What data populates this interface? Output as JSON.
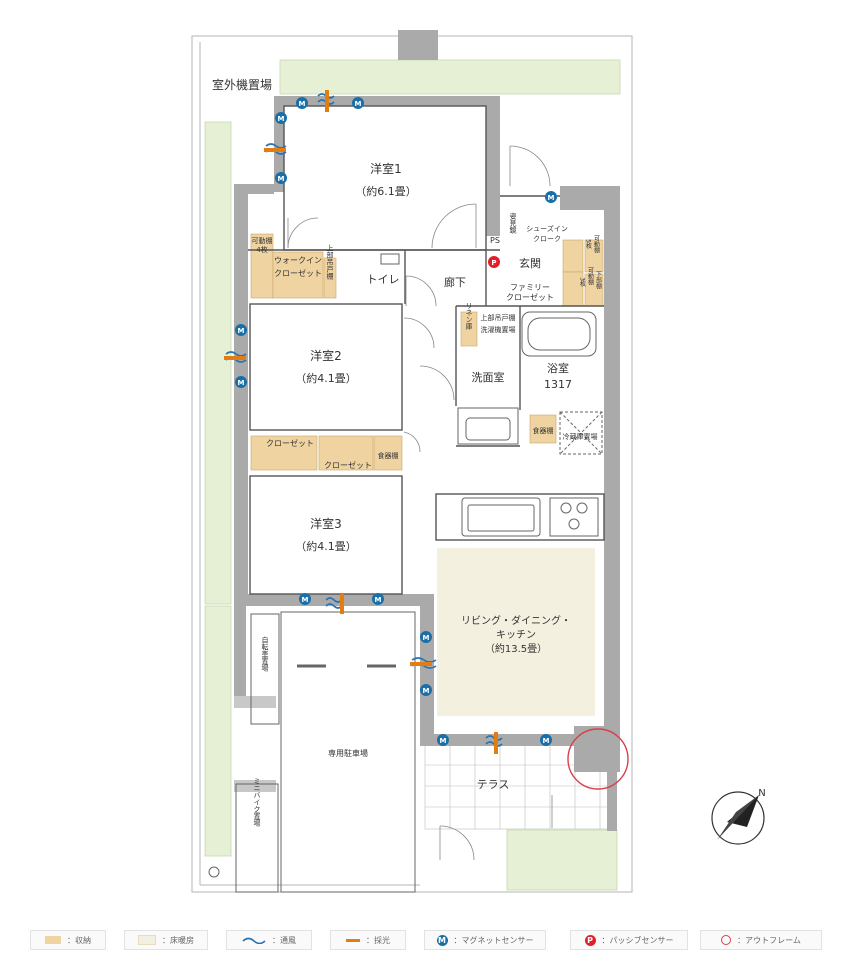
{
  "rooms": {
    "outdoor_unit": "室外機置場",
    "western1": "洋室1",
    "western1_size": "（約6.1畳）",
    "western2": "洋室2",
    "western2_size": "（約4.1畳）",
    "western3": "洋室3",
    "western3_size": "（約4.1畳）",
    "movable_shelf_4": "可動棚",
    "movable_shelf_4b": "4枚",
    "walkin_1": "ウォークイン",
    "walkin_2": "クローゼット",
    "upper_shelf": "上部吊戸棚",
    "toilet": "トイレ",
    "corridor": "廊下",
    "ps": "PS",
    "mirror": "姿見鏡",
    "shoes_in_1": "シューズイン",
    "shoes_in_2": "クローク",
    "entrance": "玄関",
    "family_1": "ファミリー",
    "family_2": "クローゼット",
    "movable_shelf_5": "可動棚",
    "movable_shelf_5b": "5枚",
    "movable_shelf_3": "可動棚",
    "movable_shelf_3b": "3枚",
    "lower_shelf": "下部棚",
    "linen": "リネン庫",
    "upper_hanging_1": "上部吊戸棚",
    "upper_hanging_2": "洗濯機置場",
    "washroom": "洗面室",
    "bathroom": "浴室",
    "bathroom_size": "1317",
    "dish_shelf_1": "食器棚",
    "fridge": "冷蔵庫置場",
    "closet_1": "クローゼット",
    "closet_2": "クローゼット",
    "dish_shelf_2": "食器棚",
    "ldk_1": "リビング・ダイニング・",
    "ldk_2": "キッチン",
    "ldk_size": "（約13.5畳）",
    "bicycle": "自転車置場",
    "parking": "専用駐車場",
    "terrace": "テラス",
    "minibike": "ミニバイク置場"
  },
  "sensors": {
    "magnet": "M",
    "passive": "P"
  },
  "compass": "N",
  "legend": {
    "storage": "：収納",
    "floor_heating": "：床暖房",
    "ventilation": "：通風",
    "daylight": "：採光",
    "magnet_sensor": "：マグネットセンサー",
    "passive_sensor": "：パッシブセンサー",
    "outframe": "：アウトフレーム"
  },
  "colors": {
    "wall": "#aaaaaa",
    "storage": "#efd4a2",
    "floor_heating": "#f4f0e0",
    "ventilation": "#2a74b3",
    "daylight": "#e37d12",
    "magnet": "#1b6fa8",
    "passive": "#e0212c",
    "outframe": "#d8404a",
    "garden": "#e6f0d4"
  }
}
